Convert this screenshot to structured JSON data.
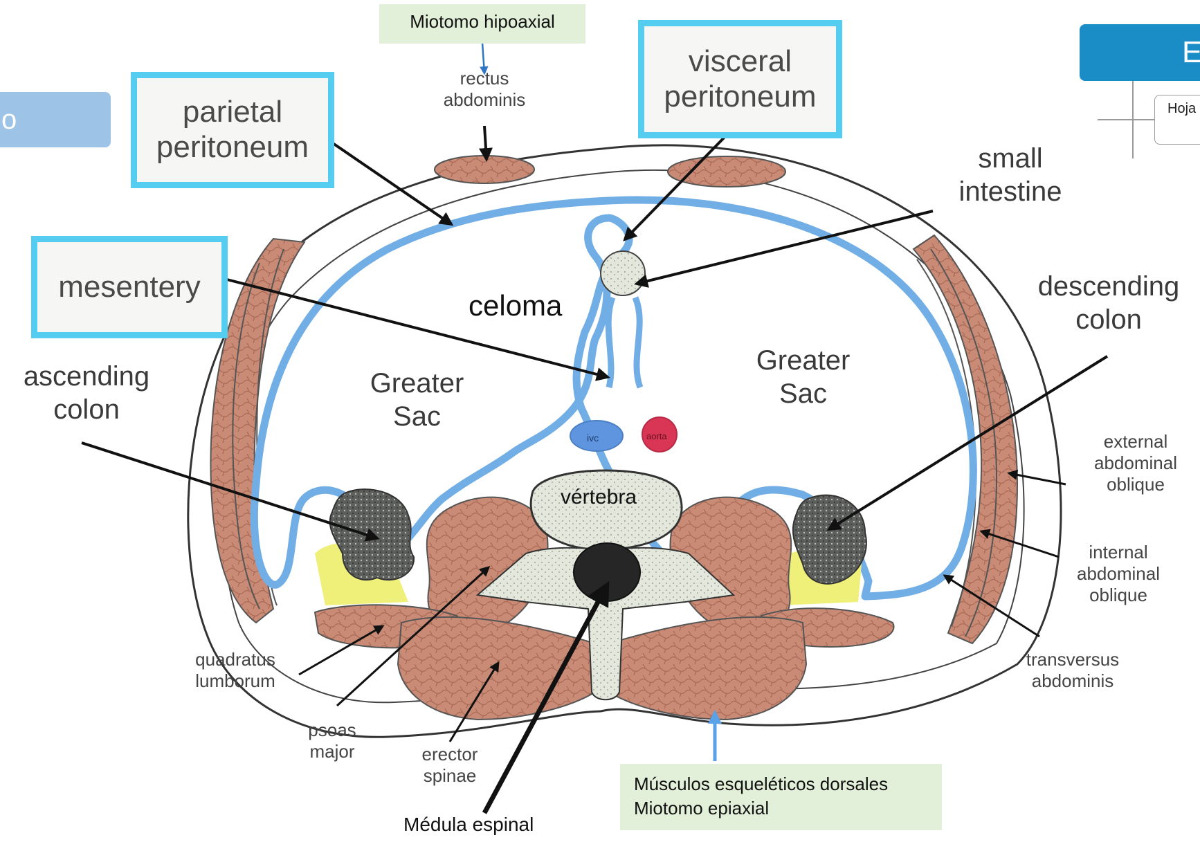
{
  "labels": {
    "rectus_abdominis": [
      "rectus",
      "abdominis"
    ],
    "small_intestine": [
      "small",
      "intestine"
    ],
    "descending_colon": [
      "descending",
      "colon"
    ],
    "ascending_colon": [
      "ascending",
      "colon"
    ],
    "greater_sac_left": [
      "Greater",
      "Sac"
    ],
    "greater_sac_right": [
      "Greater",
      "Sac"
    ],
    "ivc": "ivc",
    "aorta": "aorta",
    "external_oblique": [
      "external",
      "abdominal",
      "oblique"
    ],
    "internal_oblique": [
      "internal",
      "abdominal",
      "oblique"
    ],
    "transversus_abdominis": [
      "transversus",
      "abdominis"
    ],
    "quadratus_lumborum": [
      "quadratus",
      "lumborum"
    ],
    "psoas_major": [
      "psoas",
      "major"
    ],
    "erector_spinae": [
      "erector",
      "spinae"
    ]
  },
  "boxed_labels": {
    "parietal_peritoneum": [
      "parietal",
      "peritoneum"
    ],
    "visceral_peritoneum": [
      "visceral",
      "peritoneum"
    ],
    "mesentery": "mesentery"
  },
  "annotations": {
    "miotomo_hipoaxial": "Miotomo hipoaxial",
    "celoma": "celoma",
    "vertebra": "vértebra",
    "medula_espinal": "Médula espinal",
    "dorsal_muscles": [
      "Músculos esqueléticos dorsales",
      "Miotomo epiaxial"
    ]
  },
  "slide_fragments": {
    "left_tab": "o",
    "right_header": "E",
    "right_card": "Hoja"
  },
  "colors": {
    "peritoneum": "#72aee6",
    "muscle": "#c98b76",
    "highlight_box": "#55cdf1",
    "note_bg": "#e2f0d9",
    "fat": "#eef07a",
    "aorta": "#d93554",
    "ivc": "#5f95de"
  }
}
